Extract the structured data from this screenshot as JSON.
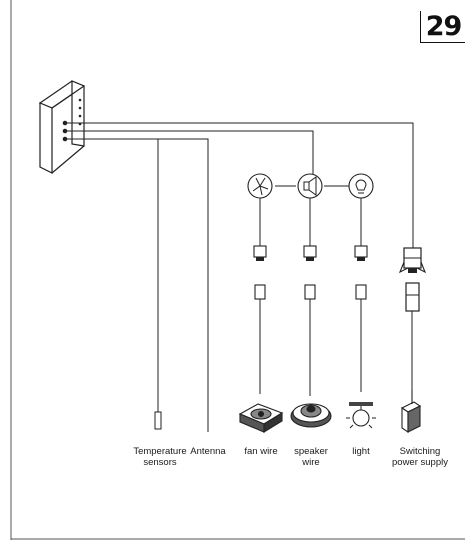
{
  "page": {
    "number": "29"
  },
  "labels": {
    "temperature": [
      "Temperature",
      "sensors"
    ],
    "antenna": "Antenna",
    "fan": "fan wire",
    "speaker": [
      "speaker",
      "wire"
    ],
    "light": "light",
    "power": [
      "Switching",
      "power supply"
    ]
  },
  "colors": {
    "line": "#222222",
    "frame": "#555555"
  }
}
